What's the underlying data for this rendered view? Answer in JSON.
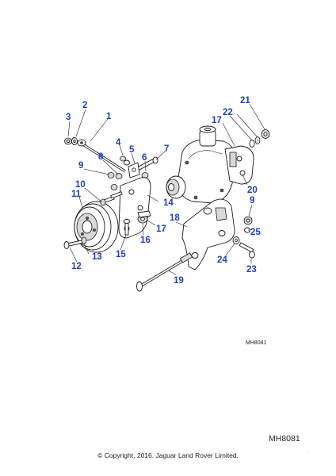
{
  "diagram": {
    "callouts": [
      "1",
      "2",
      "3",
      "4",
      "5",
      "6",
      "7",
      "8",
      "9",
      "10",
      "11",
      "12",
      "13",
      "14",
      "15",
      "16",
      "17",
      "17",
      "18",
      "19",
      "20",
      "21",
      "22",
      "23",
      "24",
      "25",
      "9"
    ],
    "reference_small": "MH8081",
    "reference_large": "MH8081",
    "copyright": "© Copyright, 2016. Jaguar Land Rover Limited.",
    "corner_mark": "."
  }
}
